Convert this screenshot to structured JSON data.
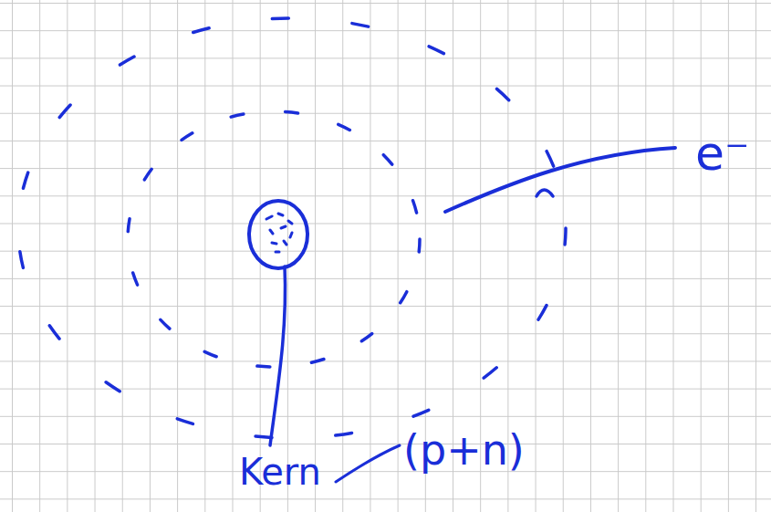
{
  "diagram": {
    "labels": [
      "e⁻",
      "Kern",
      "(p+n)"
    ]
  }
}
